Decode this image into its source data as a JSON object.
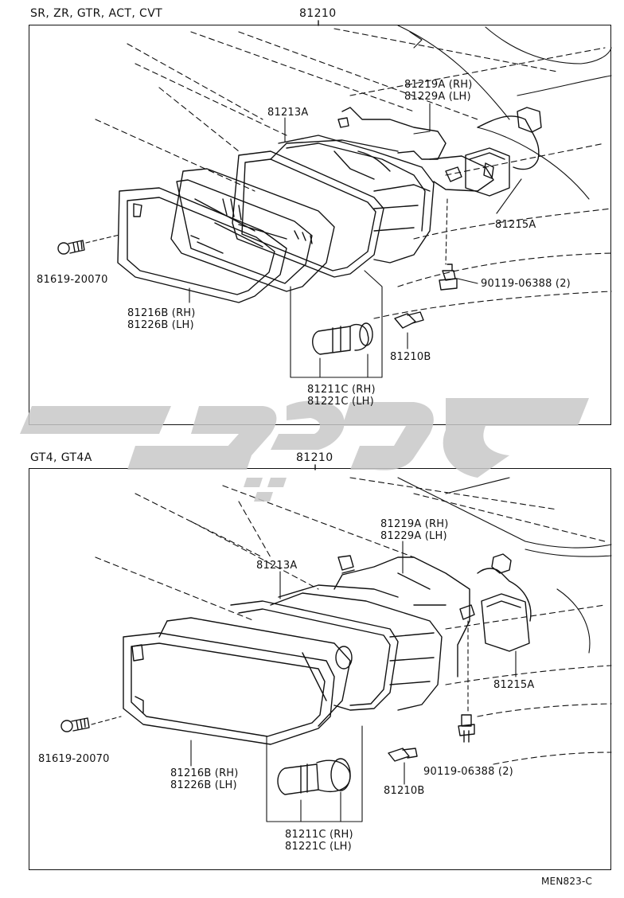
{
  "panels": [
    {
      "models": "SR, ZR, GTR, ACT, CVT",
      "assembly": "81210",
      "parts": {
        "housing_rh": "81219A (RH)",
        "housing_lh": "81229A (LH)",
        "gasket": "81213A",
        "socket": "81215A",
        "screw": "81619-20070",
        "bolt": "90119-06388 (2)",
        "lens_rh": "81216B (RH)",
        "lens_lh": "81226B (LH)",
        "bulb_small": "81210B",
        "bulb_rh": "81211C (RH)",
        "bulb_lh": "81221C (LH)"
      }
    },
    {
      "models": "GT4, GT4A",
      "assembly": "81210",
      "parts": {
        "housing_rh": "81219A (RH)",
        "housing_lh": "81229A (LH)",
        "gasket": "81213A",
        "socket": "81215A",
        "screw": "81619-20070",
        "bolt": "90119-06388 (2)",
        "lens_rh": "81216B (RH)",
        "lens_lh": "81226B (LH)",
        "bulb_small": "81210B",
        "bulb_rh": "81211C (RH)",
        "bulb_lh": "81221C (LH)"
      }
    }
  ],
  "diagram_code": "MEN823-C",
  "colors": {
    "line": "#111111",
    "watermark": "#c8c8c8"
  }
}
